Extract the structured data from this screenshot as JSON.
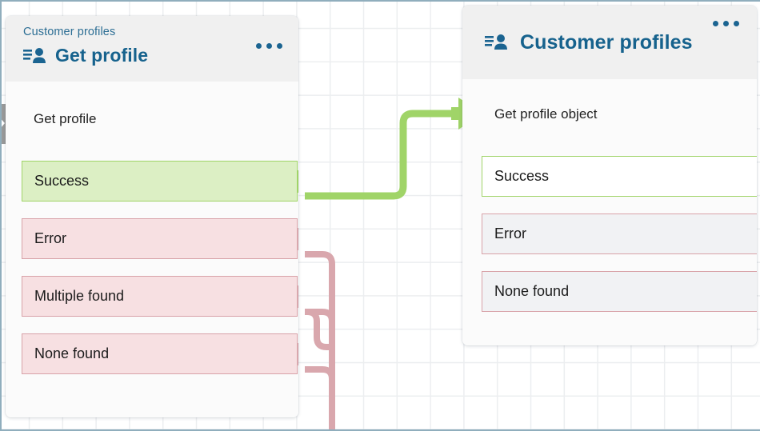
{
  "canvas": {
    "background": "#ffffff",
    "grid_color": "#eceef0",
    "border_color": "#90aebd"
  },
  "palette": {
    "header_bg": "#f0f0f0",
    "card_bg": "#fbfbfb",
    "title_blue": "#16628d",
    "subtitle_blue": "#2c6e94",
    "success_fill": "#dcefc4",
    "success_border": "#a0d468",
    "error_fill": "#f7e0e2",
    "error_border": "#d8a2a8",
    "error_muted_fill": "#f1f2f4",
    "wire_green": "#a0d468",
    "wire_pink": "#d9a7ad",
    "incoming_arrow_gray": "#9a9a9a"
  },
  "nodes": [
    {
      "id": "get-profile",
      "subtitle": "Customer profiles",
      "title": "Get profile",
      "icon": "list-person-icon",
      "menu_icon": "kebab-menu-icon",
      "step_label": "Get profile",
      "incoming_arrow": "chevron-right-gray-icon",
      "branches": [
        {
          "label": "Success",
          "style": "success-filled",
          "port": "green"
        },
        {
          "label": "Error",
          "style": "error",
          "port": "pink"
        },
        {
          "label": "Multiple found",
          "style": "error",
          "port": "pink"
        },
        {
          "label": "None found",
          "style": "error",
          "port": "pink"
        }
      ]
    },
    {
      "id": "get-profile-object",
      "subtitle": "",
      "title": "Customer profiles",
      "icon": "list-person-icon",
      "menu_icon": "kebab-menu-icon",
      "step_label": "Get profile object",
      "incoming_arrow": "arrow-right-green-icon",
      "branches": [
        {
          "label": "Success",
          "style": "success-outline",
          "port": "green"
        },
        {
          "label": "Error",
          "style": "error-muted",
          "port": "pink"
        },
        {
          "label": "None found",
          "style": "error-muted",
          "port": "pink"
        }
      ]
    }
  ],
  "connections": [
    {
      "from": "get-profile.Success",
      "to": "get-profile-object",
      "color": "#a0d468"
    },
    {
      "from": "get-profile.Error",
      "to": "trunk",
      "color": "#d9a7ad"
    },
    {
      "from": "get-profile.Multiple found",
      "to": "trunk",
      "color": "#d9a7ad"
    },
    {
      "from": "get-profile.None found",
      "to": "trunk",
      "color": "#d9a7ad"
    }
  ]
}
